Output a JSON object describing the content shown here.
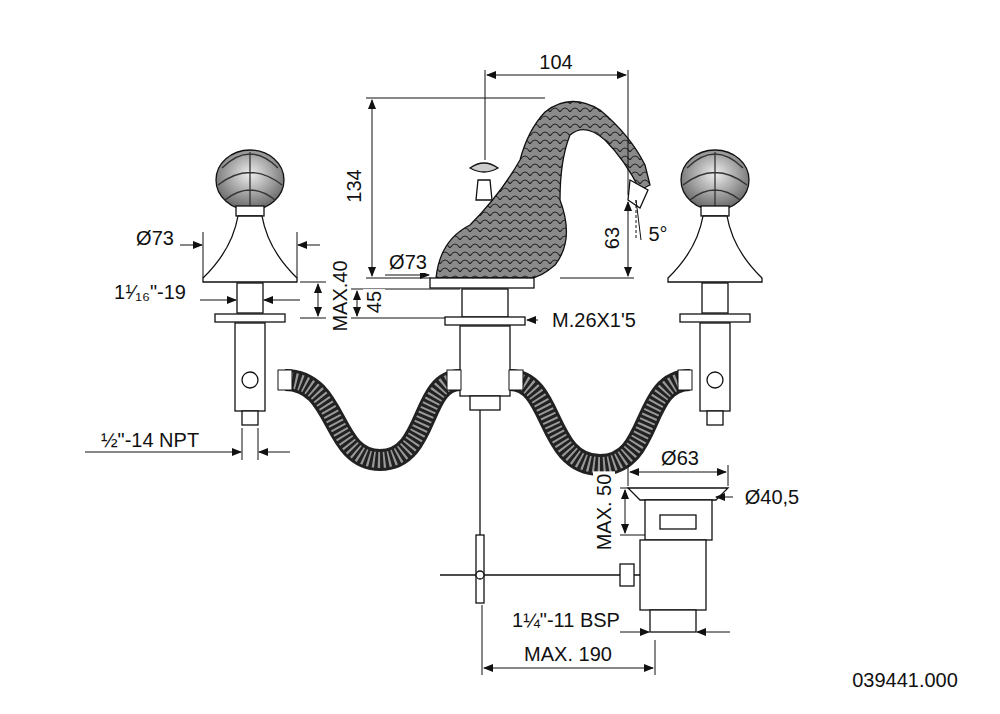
{
  "diagram": {
    "labels": [
      "104",
      "134",
      "Ø73",
      "5°",
      "63",
      "1¹⁄₁₆\"-19",
      "MAX.40",
      "Ø73",
      "45",
      "M.26X1'5",
      "½\"-14 NPT",
      "Ø63",
      "Ø40,5",
      "MAX. 50",
      "1¼\"-11 BSP",
      "MAX. 190",
      "039441.000"
    ]
  }
}
